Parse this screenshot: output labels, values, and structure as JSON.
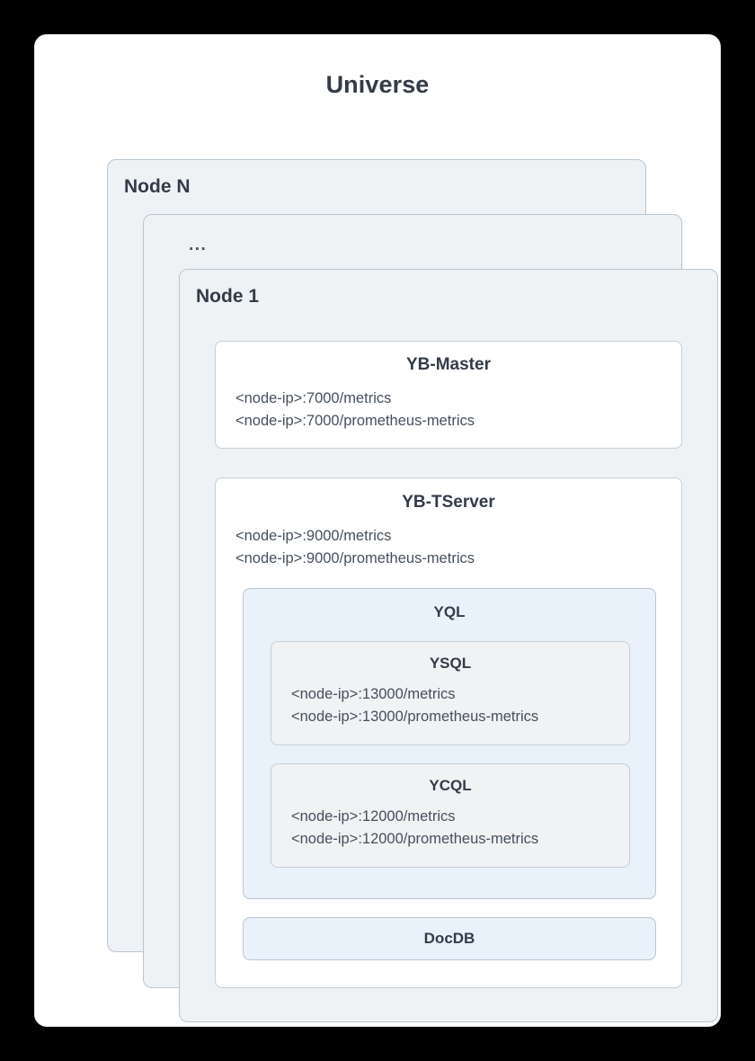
{
  "diagram": {
    "title": "Universe",
    "nodes": [
      {
        "label": "Node N"
      },
      {
        "label": "..."
      },
      {
        "label": "Node 1"
      }
    ],
    "components": {
      "yb_master": {
        "title": "YB-Master",
        "endpoints": [
          "<node-ip>:7000/metrics",
          "<node-ip>:7000/prometheus-metrics"
        ]
      },
      "yb_tserver": {
        "title": "YB-TServer",
        "endpoints": [
          "<node-ip>:9000/metrics",
          "<node-ip>:9000/prometheus-metrics"
        ]
      },
      "yql": {
        "title": "YQL"
      },
      "ysql": {
        "title": "YSQL",
        "endpoints": [
          "<node-ip>:13000/metrics",
          "<node-ip>:13000/prometheus-metrics"
        ]
      },
      "ycql": {
        "title": "YCQL",
        "endpoints": [
          "<node-ip>:12000/metrics",
          "<node-ip>:12000/prometheus-metrics"
        ]
      },
      "docdb": {
        "title": "DocDB"
      }
    }
  },
  "colors": {
    "page_background": "#000000",
    "card_background": "#ffffff",
    "node_background": "#eef2f5",
    "node_border": "#b9c6d2",
    "box_border": "#c3cfd9",
    "blue_fill": "#e9f1fb",
    "gray_fill": "#f1f2f3",
    "heading_text": "#333b47",
    "body_text": "#45505e"
  }
}
